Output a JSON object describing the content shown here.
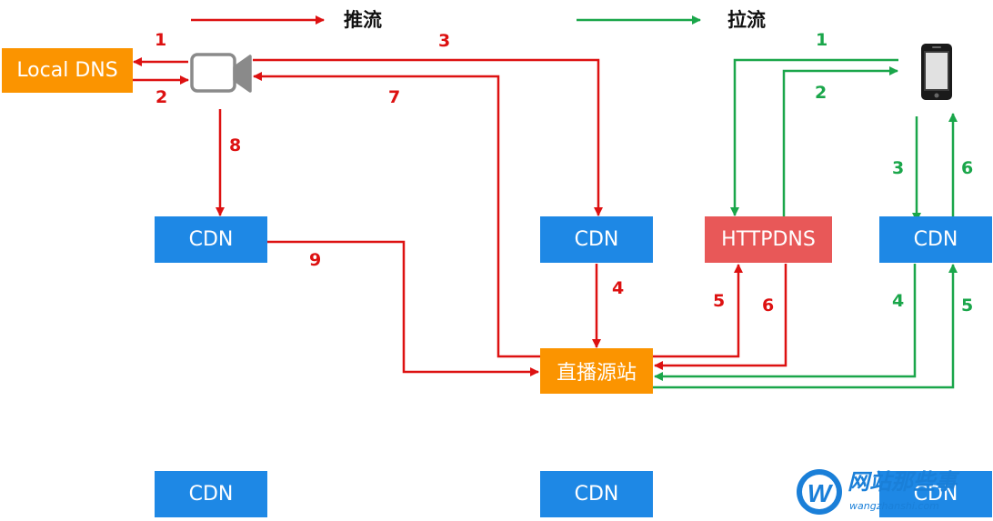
{
  "legend": {
    "push_label": "推流",
    "pull_label": "拉流"
  },
  "nodes": {
    "local_dns": "Local DNS",
    "cdn_push": "CDN",
    "cdn_center": "CDN",
    "httpdns": "HTTPDNS",
    "cdn_right": "CDN",
    "origin": "直播源站",
    "cdn_bottom_left": "CDN",
    "cdn_bottom_center": "CDN",
    "cdn_bottom_right": "CDN"
  },
  "push_steps": [
    "1",
    "2",
    "3",
    "4",
    "5",
    "6",
    "7",
    "8",
    "9"
  ],
  "pull_steps": [
    "1",
    "2",
    "3",
    "4",
    "5",
    "6"
  ],
  "colors": {
    "push": "#dd1111",
    "pull": "#1aa64a",
    "cdn": "#1e88e5",
    "origin": "#fb9400",
    "local_dns": "#fb9400",
    "httpdns": "#e85858"
  },
  "icons": {
    "camera": "video-camera-icon",
    "phone": "smartphone-icon"
  },
  "watermark": {
    "title": "网站那些事",
    "subtitle": "wangzhanshi.com"
  }
}
